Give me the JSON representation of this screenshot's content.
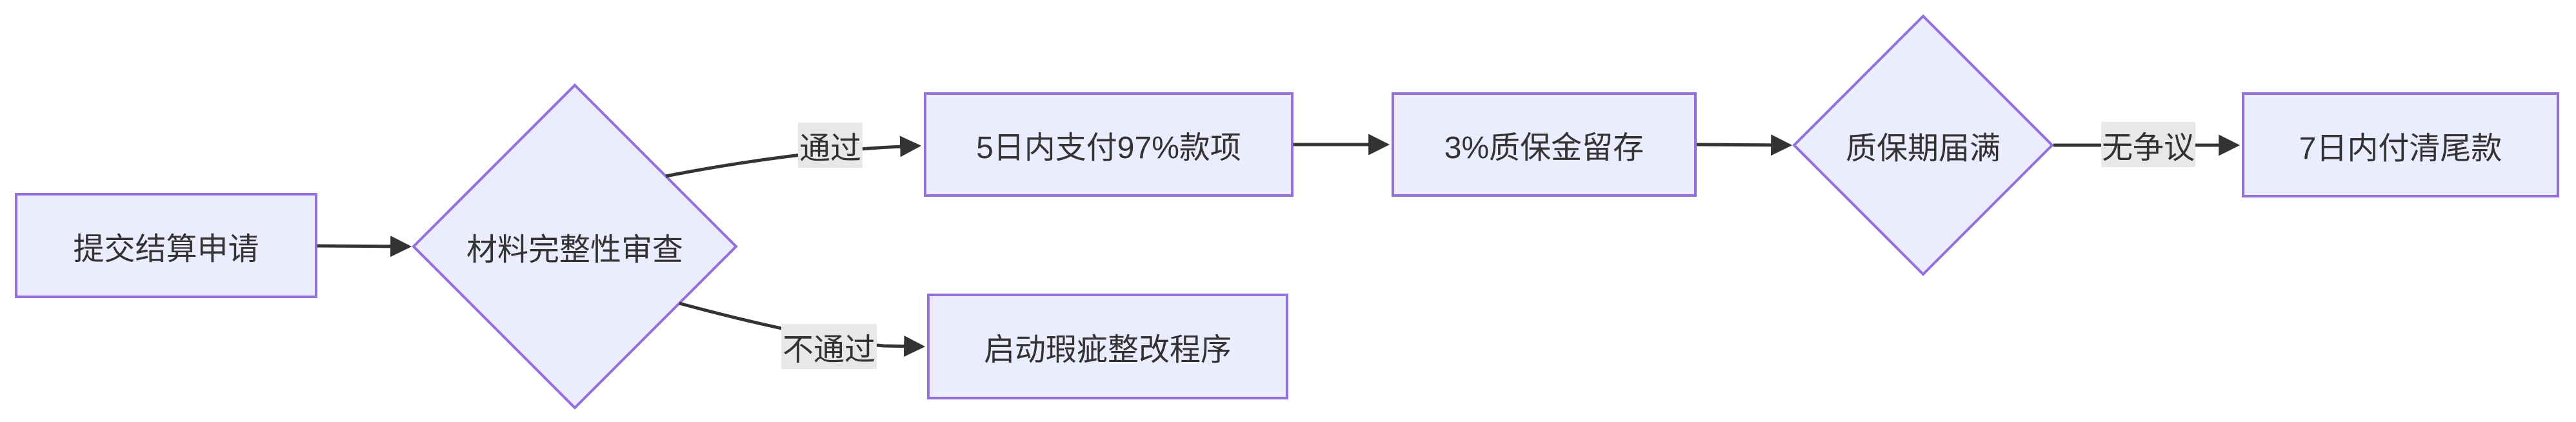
{
  "diagram": {
    "type": "flowchart-LR",
    "colors": {
      "node_fill": "#ECECFF",
      "node_border": "#9370DB",
      "edge_line": "#333333",
      "edge_label_bg": "#e8e8e8",
      "text_color": "#333333",
      "canvas_bg": "#ffffff"
    },
    "nodes": [
      {
        "id": "A",
        "shape": "rect",
        "label": "提交结算申请"
      },
      {
        "id": "B",
        "shape": "diamond",
        "label": "材料完整性审查"
      },
      {
        "id": "C",
        "shape": "rect",
        "label": "5日内支付97%款项"
      },
      {
        "id": "D",
        "shape": "rect",
        "label": "3%质保金留存"
      },
      {
        "id": "E",
        "shape": "diamond",
        "label": "质保期届满"
      },
      {
        "id": "F",
        "shape": "rect",
        "label": "7日内付清尾款"
      },
      {
        "id": "G",
        "shape": "rect",
        "label": "启动瑕疵整改程序"
      }
    ],
    "edges": [
      {
        "from": "A",
        "to": "B",
        "label": ""
      },
      {
        "from": "B",
        "to": "C",
        "label": "通过"
      },
      {
        "from": "C",
        "to": "D",
        "label": ""
      },
      {
        "from": "D",
        "to": "E",
        "label": ""
      },
      {
        "from": "E",
        "to": "F",
        "label": "无争议"
      },
      {
        "from": "B",
        "to": "G",
        "label": "不通过"
      }
    ]
  }
}
